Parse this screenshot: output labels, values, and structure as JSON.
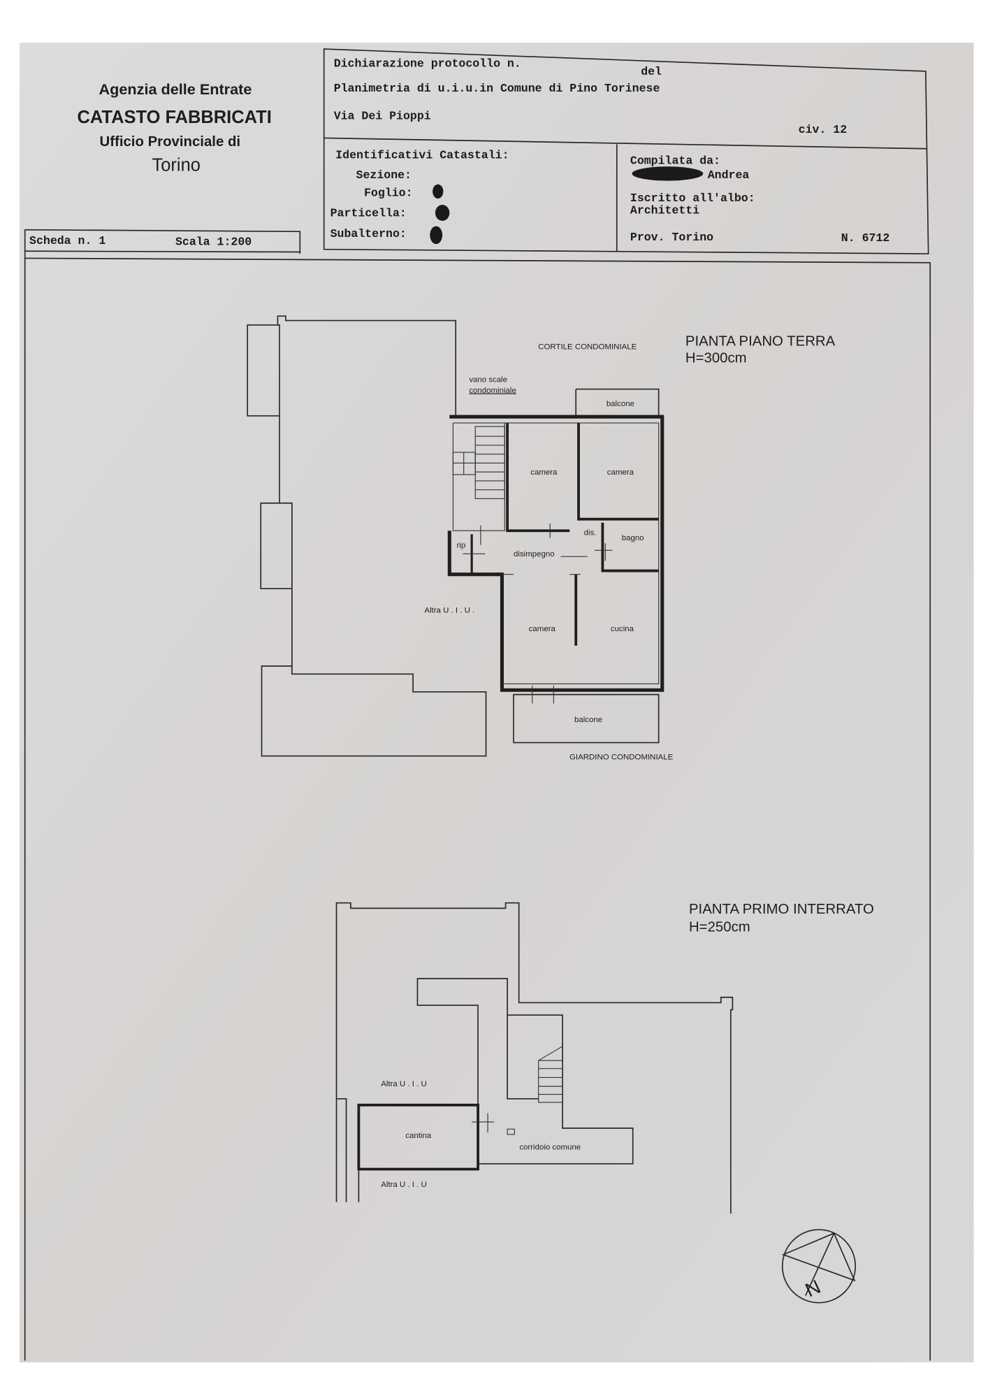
{
  "office": {
    "agency": "Agenzia delle Entrate",
    "registry": "CATASTO FABBRICATI",
    "office_label": "Ufficio Provinciale di",
    "city": "Torino"
  },
  "sheet": {
    "scheda": "Scheda n. 1",
    "scala": "Scala 1:200"
  },
  "declaration": {
    "protocol": "Dichiarazione protocollo n.",
    "del": "del",
    "plan": "Planimetria di u.i.u.in Comune di Pino Torinese",
    "street": "Via Dei Pioppi",
    "civic": "civ. 12"
  },
  "identifiers": {
    "title": "Identificativi Catastali:",
    "sezione": "Sezione:",
    "foglio": "Foglio:",
    "particella": "Particella:",
    "subalterno": "Subalterno:"
  },
  "compiler": {
    "title": "Compilata da:",
    "name": "Andrea",
    "albo_label": "Iscritto all'albo:",
    "albo": "Architetti",
    "prov": "Prov. Torino",
    "number": "N. 6712"
  },
  "ground_floor": {
    "title": "PIANTA PIANO TERRA",
    "height": "H=300cm",
    "courtyard": "CORTILE CONDOMINIALE",
    "garden": "GIARDINO CONDOMINIALE",
    "stair_1": "vano scale",
    "stair_2": "condominiale",
    "rooms": [
      "balcone",
      "camera",
      "camera",
      "dis.",
      "bagno",
      "rip",
      "disimpegno",
      "Altra  U . I . U .",
      "camera",
      "cucina",
      "balcone"
    ]
  },
  "basement": {
    "title": "PIANTA PRIMO INTERRATO",
    "height": "H=250cm",
    "rooms": [
      "Altra  U . I . U",
      "cantina",
      "corridoio comune",
      "Altra  U . I . U"
    ]
  },
  "compass": {
    "label": "N"
  }
}
